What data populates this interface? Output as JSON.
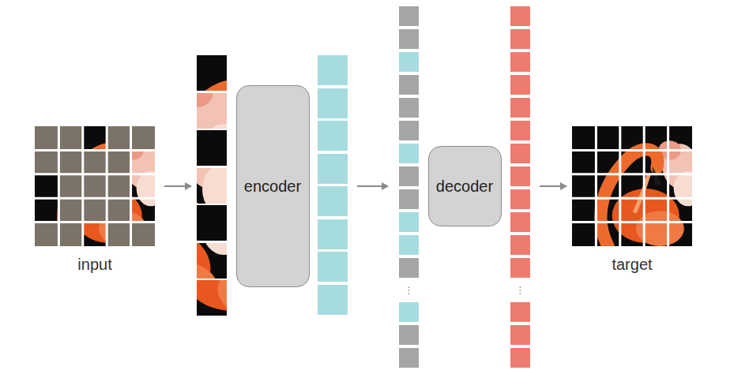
{
  "diagram": {
    "nodes": [
      {
        "text": [
          "encoder"
        ]
      },
      {
        "text": [
          "decoder"
        ]
      }
    ],
    "labels": [
      "input",
      "target",
      "⋮",
      "⋮"
    ]
  }
}
